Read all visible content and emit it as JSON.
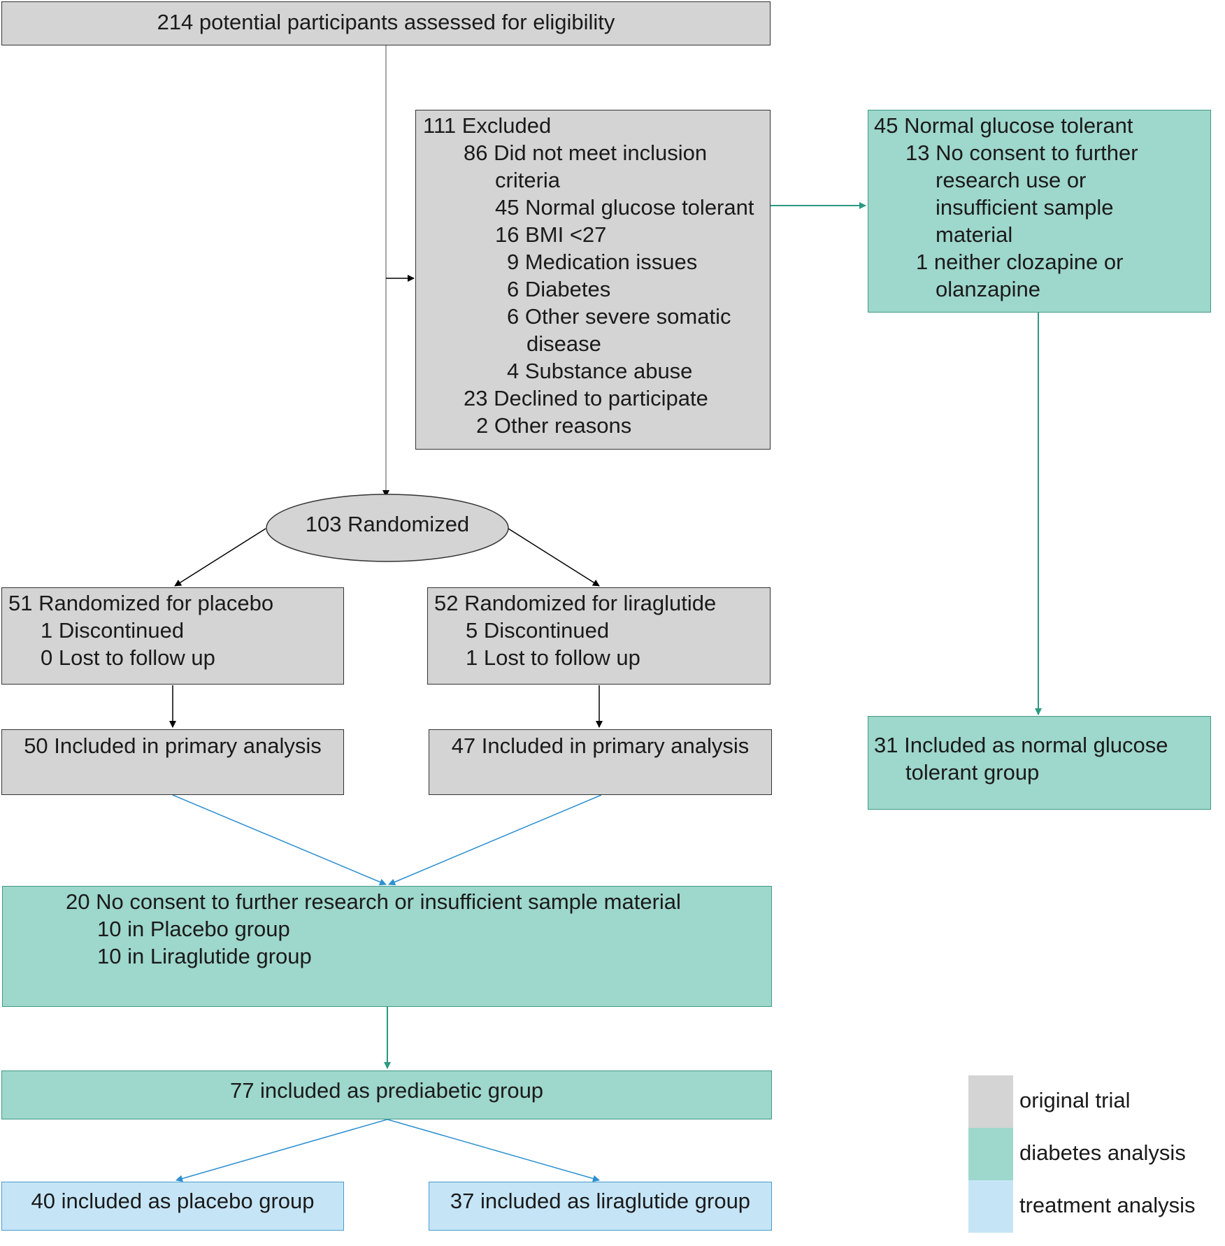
{
  "colors": {
    "original_trial": "#d4d4d4",
    "diabetes_analysis": "#9ed7cc",
    "treatment_analysis": "#c5e5f7",
    "green_arrow": "#2a9a80",
    "blue_arrow": "#2b8fd0"
  },
  "boxes": {
    "assessed": "214 potential participants assessed for eligibility",
    "excluded": {
      "title": "111 Excluded",
      "l1": "86 Did not meet inclusion",
      "l2": "criteria",
      "l3": "45 Normal glucose tolerant",
      "l4": "16 BMI <27",
      "l5": "9 Medication issues",
      "l6": "6 Diabetes",
      "l7": "6 Other severe somatic",
      "l8": "disease",
      "l9": "4 Substance abuse",
      "l10": "23 Declined to participate",
      "l11": "2 Other reasons"
    },
    "ngt": {
      "title": "45 Normal glucose tolerant",
      "l1": "13 No consent to further",
      "l2": "research use or",
      "l3": "insufficient sample",
      "l4": "material",
      "l5": "1 neither clozapine or",
      "l6": "olanzapine"
    },
    "randomized": "103 Randomized",
    "placebo": {
      "title": "51 Randomized for placebo",
      "l1": "1 Discontinued",
      "l2": "0 Lost to follow up"
    },
    "liraglutide": {
      "title": "52 Randomized for liraglutide",
      "l1": "5 Discontinued",
      "l2": "1 Lost to follow up"
    },
    "primary_placebo": "50 Included in primary analysis",
    "primary_lira": "47 Included in primary analysis",
    "ngt_group": {
      "l1": "31 Included as normal glucose",
      "l2": "tolerant group"
    },
    "no_consent": {
      "title": "20 No consent to further research or insufficient sample material",
      "l1": "10 in Placebo group",
      "l2": "10 in Liraglutide group"
    },
    "prediabetic": "77 included as prediabetic group",
    "placebo_group": "40 included as placebo group",
    "lira_group": "37 included as liraglutide group"
  },
  "legend": {
    "original": "original trial",
    "diabetes": "diabetes analysis",
    "treatment": "treatment analysis"
  }
}
